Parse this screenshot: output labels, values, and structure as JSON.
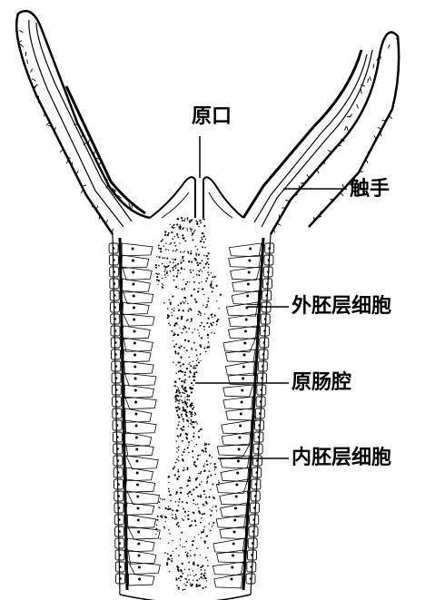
{
  "diagram": {
    "labels": {
      "mouth": "原口",
      "tentacle": "触手",
      "ectoderm": "外胚层细胞",
      "gastrovascular_cavity": "原肠腔",
      "endoderm": "内胚层细胞"
    },
    "colors": {
      "ink": "#000000",
      "paper": "#ffffff"
    }
  }
}
